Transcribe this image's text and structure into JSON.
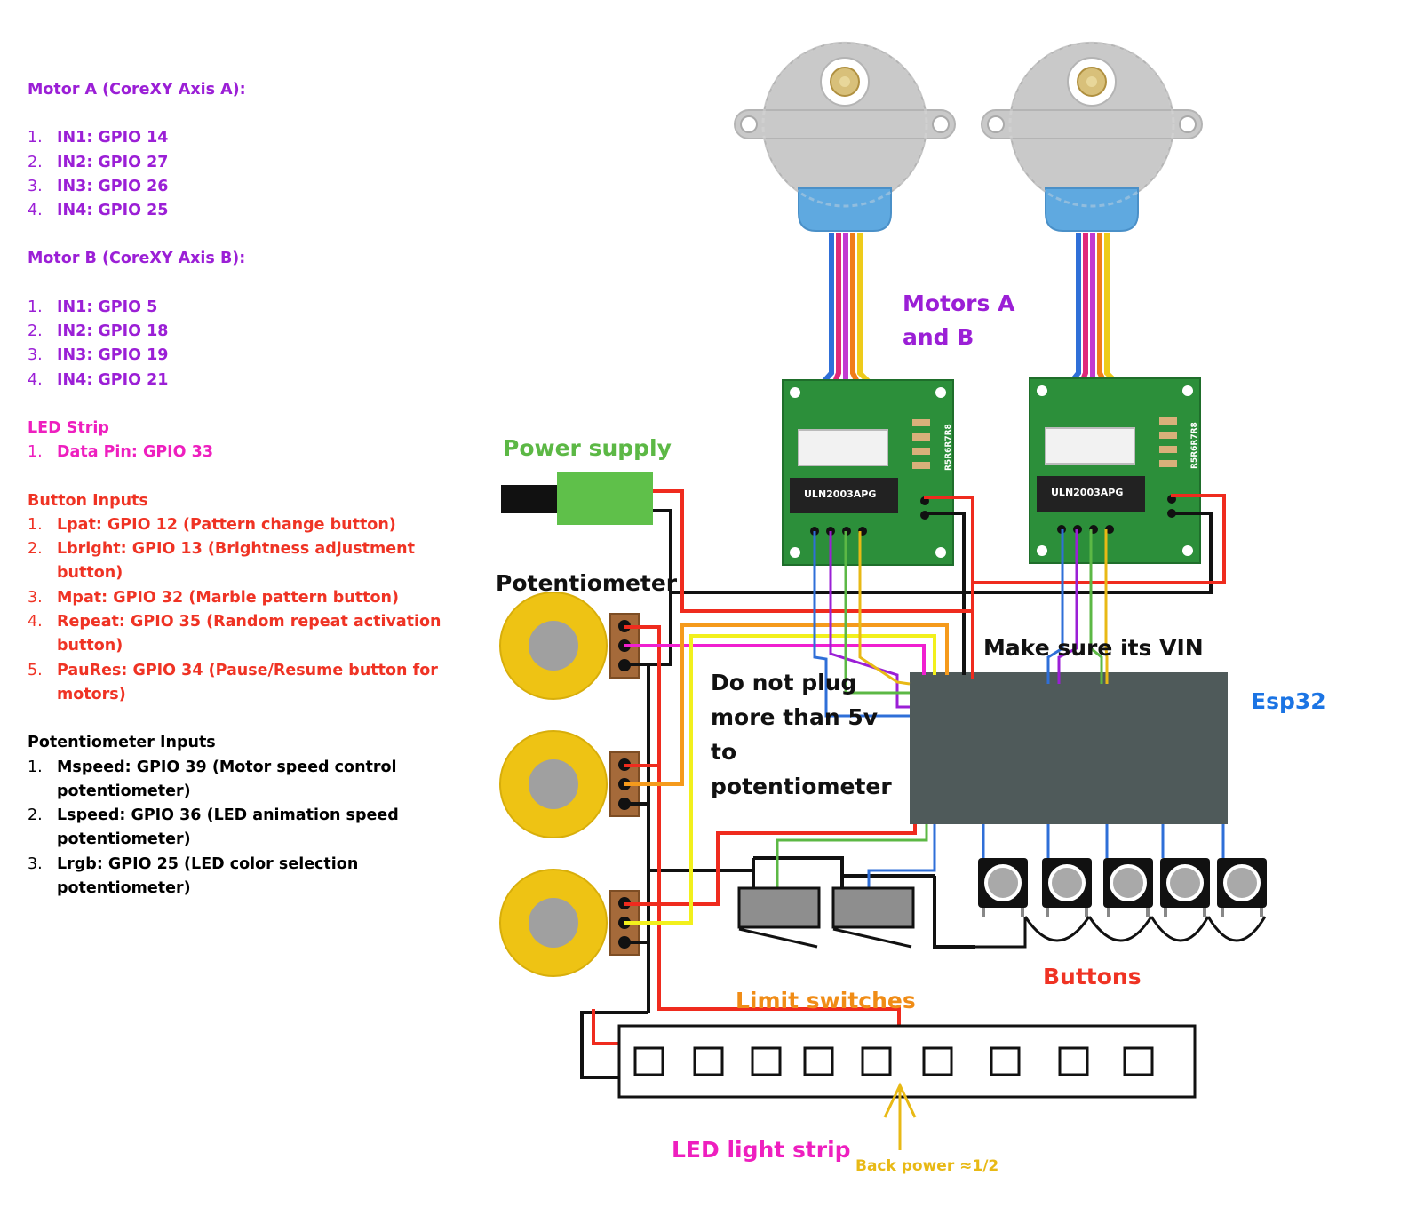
{
  "notes": {
    "motor_a": {
      "title": "Motor A (CoreXY Axis A):",
      "items": [
        "IN1: GPIO 14",
        "IN2: GPIO 27",
        "IN3: GPIO 26",
        "IN4: GPIO 25"
      ]
    },
    "motor_b": {
      "title": "Motor B (CoreXY Axis B):",
      "items": [
        "IN1: GPIO 5",
        "IN2: GPIO 18",
        "IN3: GPIO 19",
        "IN4: GPIO 21"
      ]
    },
    "led_strip": {
      "title": "LED Strip",
      "items": [
        "Data Pin: GPIO 33"
      ]
    },
    "buttons": {
      "title": "Button Inputs",
      "items": [
        "Lpat: GPIO 12 (Pattern change button)",
        "Lbright: GPIO 13 (Brightness adjustment button)",
        "Mpat: GPIO 32 (Marble pattern button)",
        "Repeat: GPIO 35 (Random repeat activation button)",
        "PauRes: GPIO 34 (Pause/Resume button for motors)"
      ]
    },
    "pots": {
      "title": "Potentiometer Inputs",
      "items": [
        "Mspeed: GPIO 39 (Motor speed control potentiometer)",
        "Lspeed: GPIO 36 (LED animation speed potentiometer)",
        "Lrgb: GPIO 25 (LED color selection potentiometer)"
      ]
    },
    "numbers": [
      "1.",
      "2.",
      "3.",
      "4.",
      "5."
    ]
  },
  "labels": {
    "motors": [
      "Motors A",
      "and B"
    ],
    "power_supply": "Power supply",
    "potentiometer": "Potentiometer",
    "warning": [
      "Do not plug",
      "more than 5v",
      "to",
      "potentiometer"
    ],
    "vin_note": "Make sure its VIN",
    "esp32": "Esp32",
    "buttons": "Buttons",
    "limit_switches": "Limit switches",
    "led_strip": "LED light strip",
    "back_power": "Back power ≈1/2",
    "driver_chip": "ULN2003APG",
    "resistor_code": "R5R6R7R8"
  },
  "colors": {
    "motor_text": "#9b1fd6",
    "led_text": "#ee1fbf",
    "button_text": "#ef3324",
    "pot_text": "#000000",
    "power_label": "#5cb845",
    "esp_label": "#1b74e4",
    "limit_label": "#f08c16",
    "back_power": "#e8b915",
    "esp_board": "#4f5a5a",
    "driver_pcb": "#2c8f3a",
    "pot_body": "#eec314",
    "power_block": "#5fc04a"
  }
}
